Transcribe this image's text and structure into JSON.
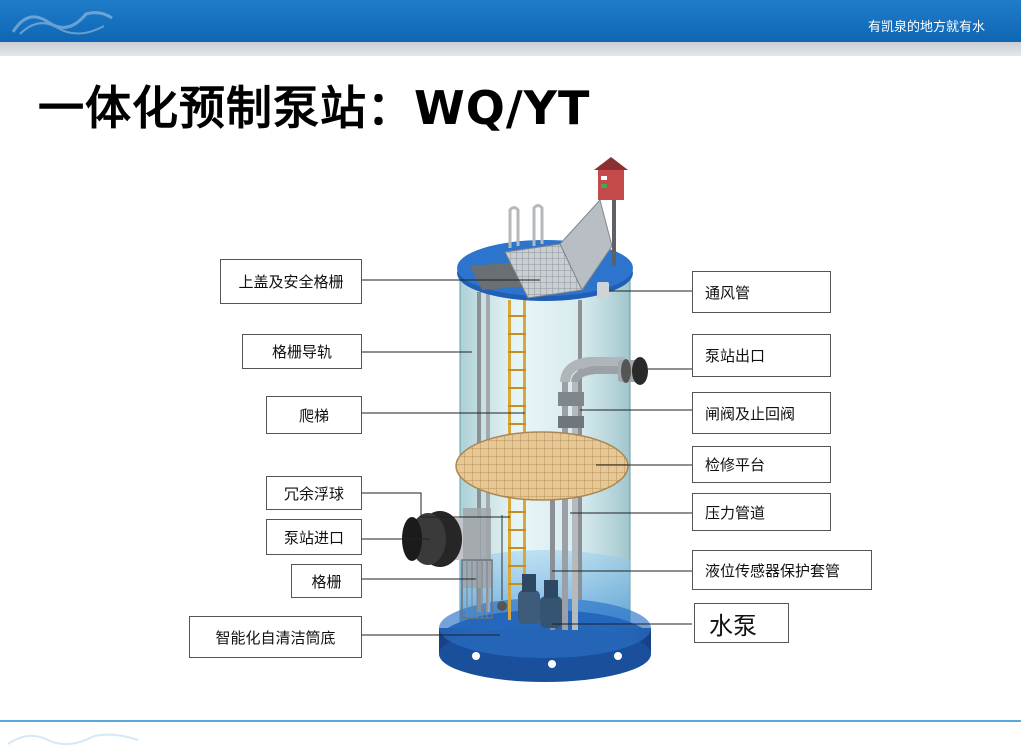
{
  "header": {
    "slogan": "有凯泉的地方就有水",
    "bar_color": "#1470be"
  },
  "title": "一体化预制泵站：WQ/YT",
  "labels": {
    "cover_grille": "上盖及安全格栅",
    "grille_rail": "格栅导轨",
    "ladder": "爬梯",
    "float_ball": "冗余浮球",
    "inlet": "泵站进口",
    "grille": "格栅",
    "self_clean_bottom": "智能化自清洁筒底",
    "vent_pipe": "通风管",
    "outlet": "泵站出口",
    "valves": "闸阀及止回阀",
    "platform": "检修平台",
    "pressure_pipe": "压力管道",
    "sensor_sleeve": "液位传感器保护套管",
    "pump": "水泵"
  },
  "colors": {
    "tank_body": "#a9d3d8",
    "flange_blue": "#1f5fb3",
    "platform": "#e3c28e",
    "water": "#6fb3e6"
  }
}
